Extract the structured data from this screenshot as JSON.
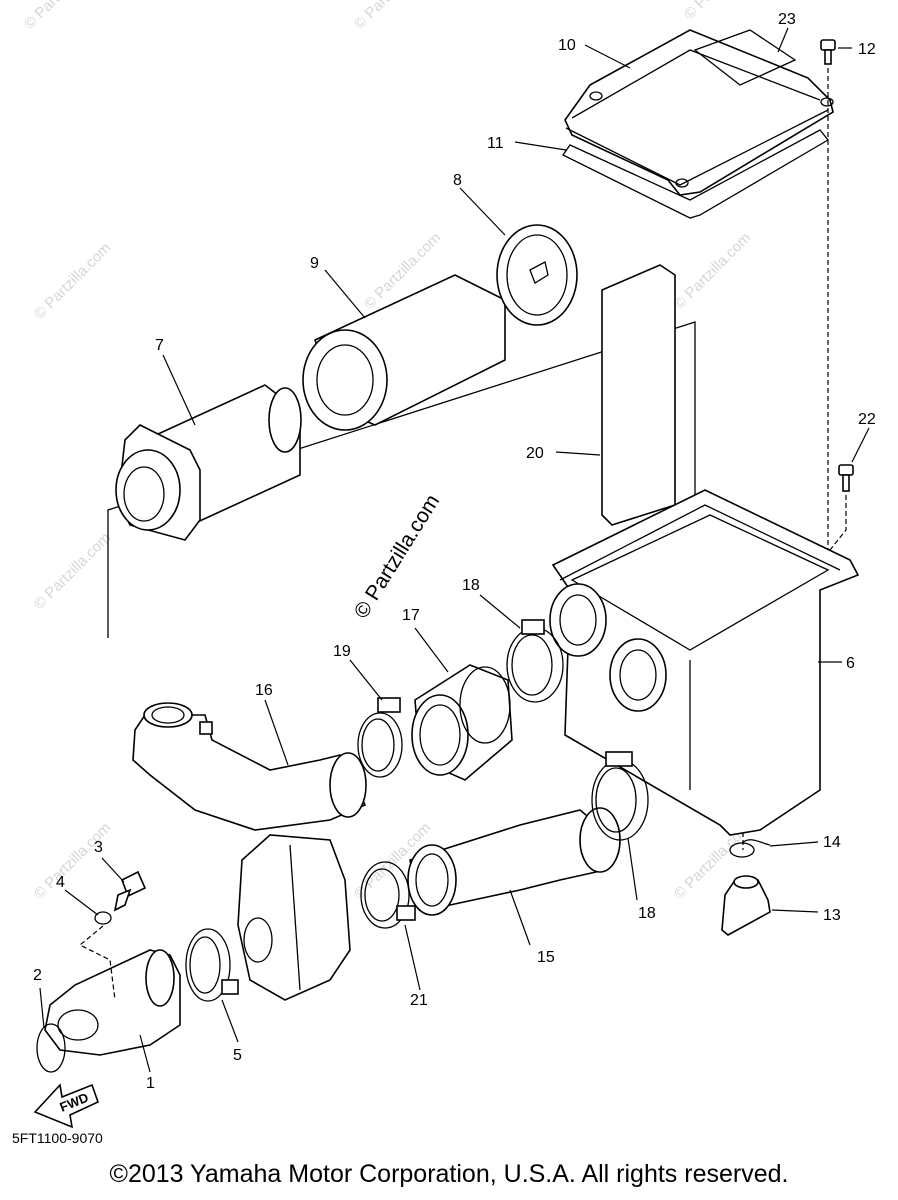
{
  "watermark": "© Partzilla.com",
  "callouts": [
    "1",
    "2",
    "3",
    "4",
    "5",
    "6",
    "7",
    "8",
    "9",
    "10",
    "11",
    "12",
    "13",
    "14",
    "15",
    "16",
    "17",
    "18",
    "18",
    "19",
    "20",
    "21",
    "22",
    "23"
  ],
  "fwd_label": "FWD",
  "drawing_code": "5FT1100-9070",
  "copyright": "©2013 Yamaha Motor Corporation, U.S.A. All rights reserved."
}
